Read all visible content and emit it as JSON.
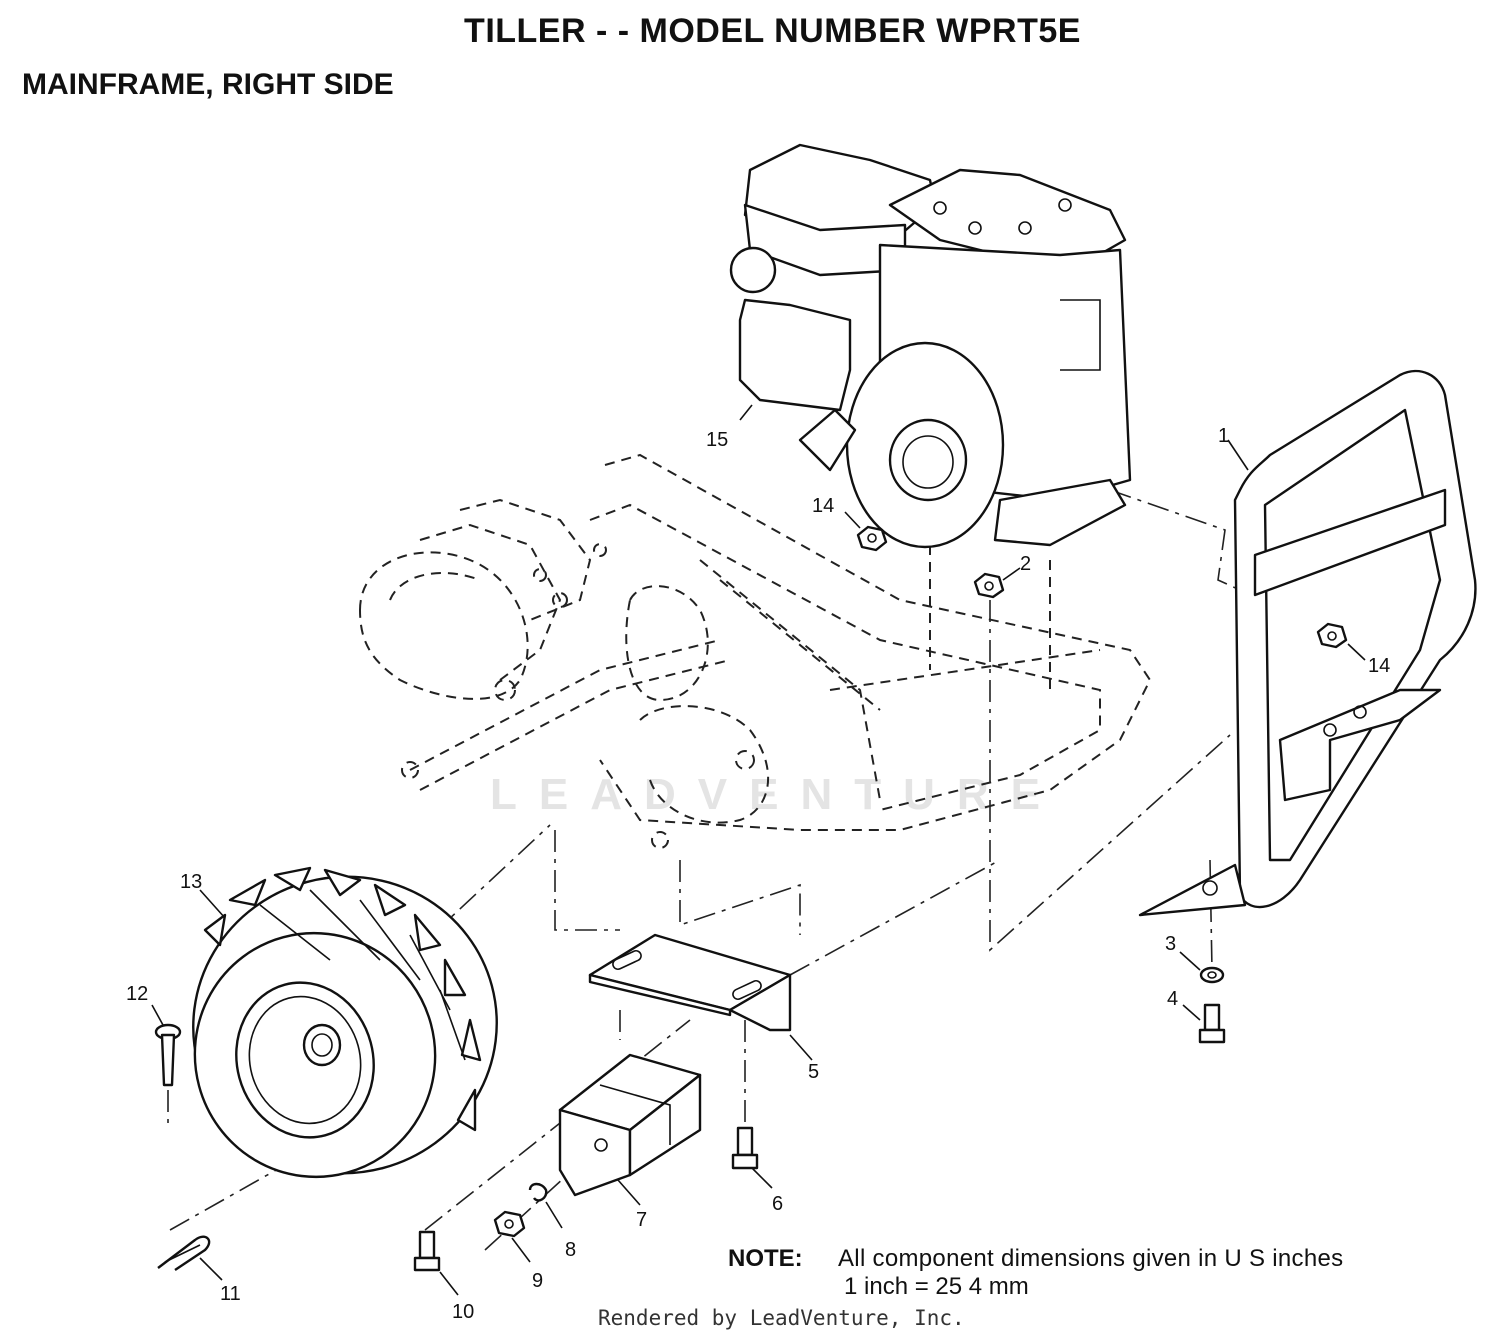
{
  "header": {
    "title": "TILLER - - MODEL NUMBER WPRT5E",
    "subtitle": "MAINFRAME, RIGHT SIDE"
  },
  "callouts": [
    "1",
    "2",
    "3",
    "4",
    "5",
    "6",
    "7",
    "8",
    "9",
    "10",
    "11",
    "12",
    "13",
    "14",
    "14",
    "15"
  ],
  "watermark": "LEADVENTURE",
  "note": {
    "label": "NOTE:",
    "line1": "All component dimensions given in U S inches",
    "line2": "1 inch = 25 4 mm"
  },
  "footer": "Rendered by LeadVenture, Inc."
}
